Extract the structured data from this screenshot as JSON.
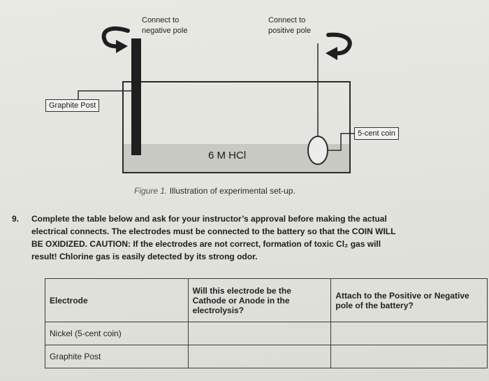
{
  "diagram": {
    "neg_label": [
      "Connect to",
      "negative pole"
    ],
    "pos_label": [
      "Connect to",
      "positive pole"
    ],
    "graphite_label": "Graphite Post",
    "coin_label": "5-cent coin",
    "solution_label": "6 M HCl"
  },
  "caption": {
    "prefix": "Figure 1.",
    "text": "Illustration of experimental set-up."
  },
  "question": {
    "number": "9.",
    "lines": [
      "Complete the table below and ask for your instructor’s approval before making the actual",
      "electrical connects. The electrodes must be connected to the battery so that the COIN WILL",
      "BE OXIDIZED. CAUTION: If the electrodes are not correct, formation of toxic Cl₂ gas will",
      "result! Chlorine gas is easily detected by its strong odor."
    ]
  },
  "table": {
    "headers": [
      "Electrode",
      "Will this electrode be the Cathode or Anode in the electrolysis?",
      "Attach to the Positive or Negative pole of the battery?"
    ],
    "rows": [
      [
        "Nickel (5-cent coin)",
        "",
        ""
      ],
      [
        "Graphite Post",
        "",
        ""
      ]
    ]
  }
}
